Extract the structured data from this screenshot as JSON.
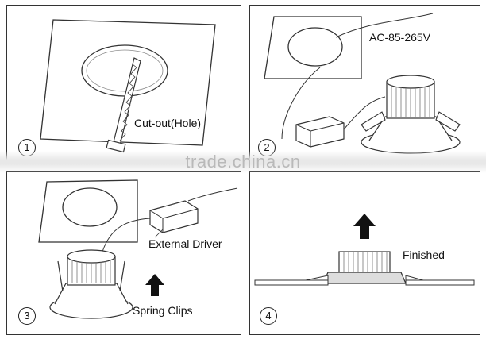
{
  "panels": [
    {
      "label": "Cut-out(Hole)",
      "number": "1"
    },
    {
      "label": "AC-85-265V",
      "number": "2"
    },
    {
      "label_driver": "External Driver",
      "label_clips": "Spring Clips",
      "number": "3"
    },
    {
      "label": "Finished",
      "number": "4"
    }
  ],
  "watermark": "trade.china.cn",
  "colors": {
    "line": "#333333",
    "fill": "#ffffff",
    "arrow": "#111111",
    "strip": "#e8e8e8"
  }
}
